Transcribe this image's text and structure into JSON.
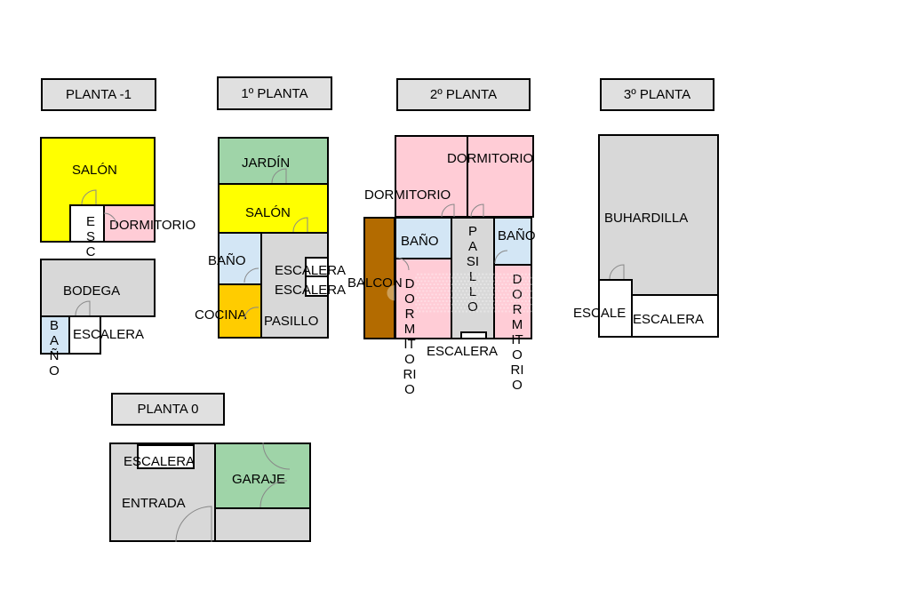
{
  "colors": {
    "yellow": "#ffff00",
    "pink": "#ffccd6",
    "gray": "#d8d8d8",
    "green": "#9fd4a8",
    "blue": "#d3e6f5",
    "orange": "#ffcc00",
    "brown": "#b36b00",
    "title_bg": "#e0e0e0"
  },
  "titles": {
    "planta_m1": "PLANTA -1",
    "planta_1": "1º PLANTA",
    "planta_2": "2º PLANTA",
    "planta_3": "3º PLANTA",
    "planta_0": "PLANTA 0"
  },
  "planta_m1": {
    "salon": "SALÓN",
    "esc": "ESC",
    "dormitorio": "DORMITORIO",
    "bodega": "BODEGA",
    "bano": "BAÑO",
    "escalera": "ESCALERA"
  },
  "planta_1": {
    "jardin": "JARDÍN",
    "salon": "SALÓN",
    "bano": "BAÑO",
    "escalera_1": "ESCALERA",
    "escalera_2": "ESCALERA",
    "cocina": "COCINA",
    "pasillo": "PASILLO"
  },
  "planta_2": {
    "dormitorio_top": "DORMITORIO",
    "dormitorio_left": "DORMITORIO",
    "bano_left": "BAÑO",
    "pasillo": "PASILLO",
    "bano_right": "BAÑO",
    "balcon": "BALCON",
    "dormitorio_v1": "DORMITORIO",
    "dormitorio_v2": "DORMITORIO",
    "escalera": "ESCALERA"
  },
  "planta_3": {
    "buhardilla": "BUHARDILLA",
    "escalera_short": "ESCALE",
    "escalera": "ESCALERA"
  },
  "planta_0": {
    "escalera": "ESCALERA",
    "garaje": "GARAJE",
    "entrada": "ENTRADA"
  }
}
